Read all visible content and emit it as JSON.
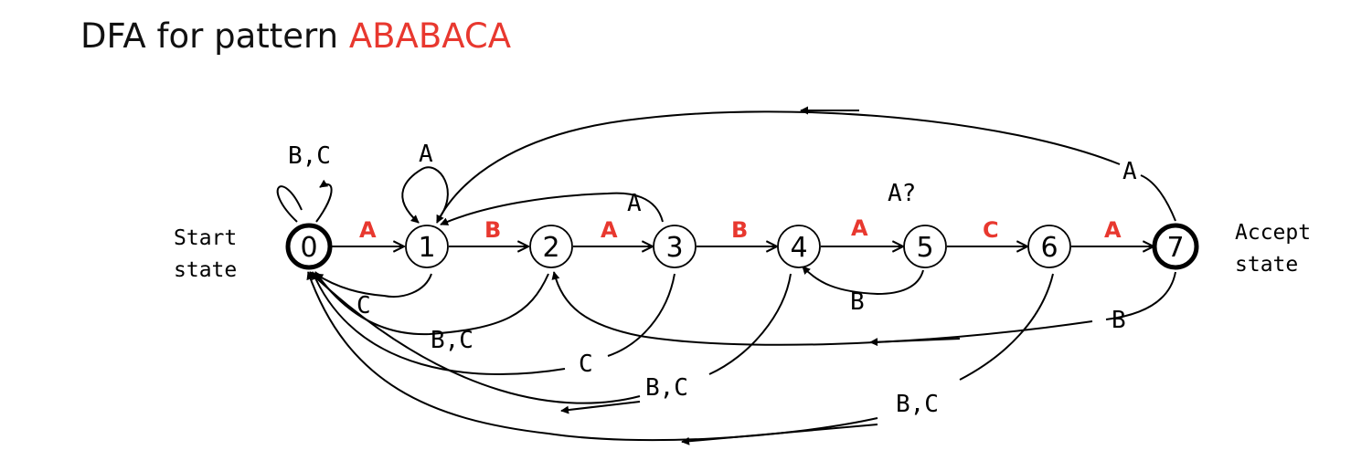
{
  "title": {
    "prefix": "DFA for pattern",
    "pattern": "ABABACA"
  },
  "colors": {
    "pattern": "#e8382f",
    "ink": "#000000"
  },
  "states": [
    {
      "id": "0",
      "role": "start"
    },
    {
      "id": "1"
    },
    {
      "id": "2"
    },
    {
      "id": "3"
    },
    {
      "id": "4"
    },
    {
      "id": "5"
    },
    {
      "id": "6"
    },
    {
      "id": "7",
      "role": "accept"
    }
  ],
  "side_labels": {
    "start": [
      "Start",
      "state"
    ],
    "accept": [
      "Accept",
      "state"
    ]
  },
  "transitions": [
    {
      "from": "0",
      "to": "0",
      "label": "B,C"
    },
    {
      "from": "0",
      "to": "1",
      "label": "A",
      "highlight": true
    },
    {
      "from": "1",
      "to": "1",
      "label": "A"
    },
    {
      "from": "1",
      "to": "2",
      "label": "B",
      "highlight": true
    },
    {
      "from": "1",
      "to": "0",
      "label": "C"
    },
    {
      "from": "2",
      "to": "3",
      "label": "A",
      "highlight": true
    },
    {
      "from": "2",
      "to": "0",
      "label": "B,C"
    },
    {
      "from": "3",
      "to": "4",
      "label": "B",
      "highlight": true
    },
    {
      "from": "3",
      "to": "1",
      "label": "A"
    },
    {
      "from": "3",
      "to": "0",
      "label": "C"
    },
    {
      "from": "4",
      "to": "5",
      "label": "A",
      "highlight": true
    },
    {
      "from": "4",
      "to": "0",
      "label": "B,C"
    },
    {
      "from": "5",
      "to": "6",
      "label": "C",
      "highlight": true
    },
    {
      "from": "5",
      "to": "4",
      "label": "B"
    },
    {
      "from": "6",
      "to": "7",
      "label": "A",
      "highlight": true
    },
    {
      "from": "6",
      "to": "0",
      "label": "B,C"
    },
    {
      "from": "7",
      "to": "1",
      "label": "A"
    },
    {
      "from": "7",
      "to": "2",
      "label": "B"
    }
  ],
  "annotation": "A?"
}
